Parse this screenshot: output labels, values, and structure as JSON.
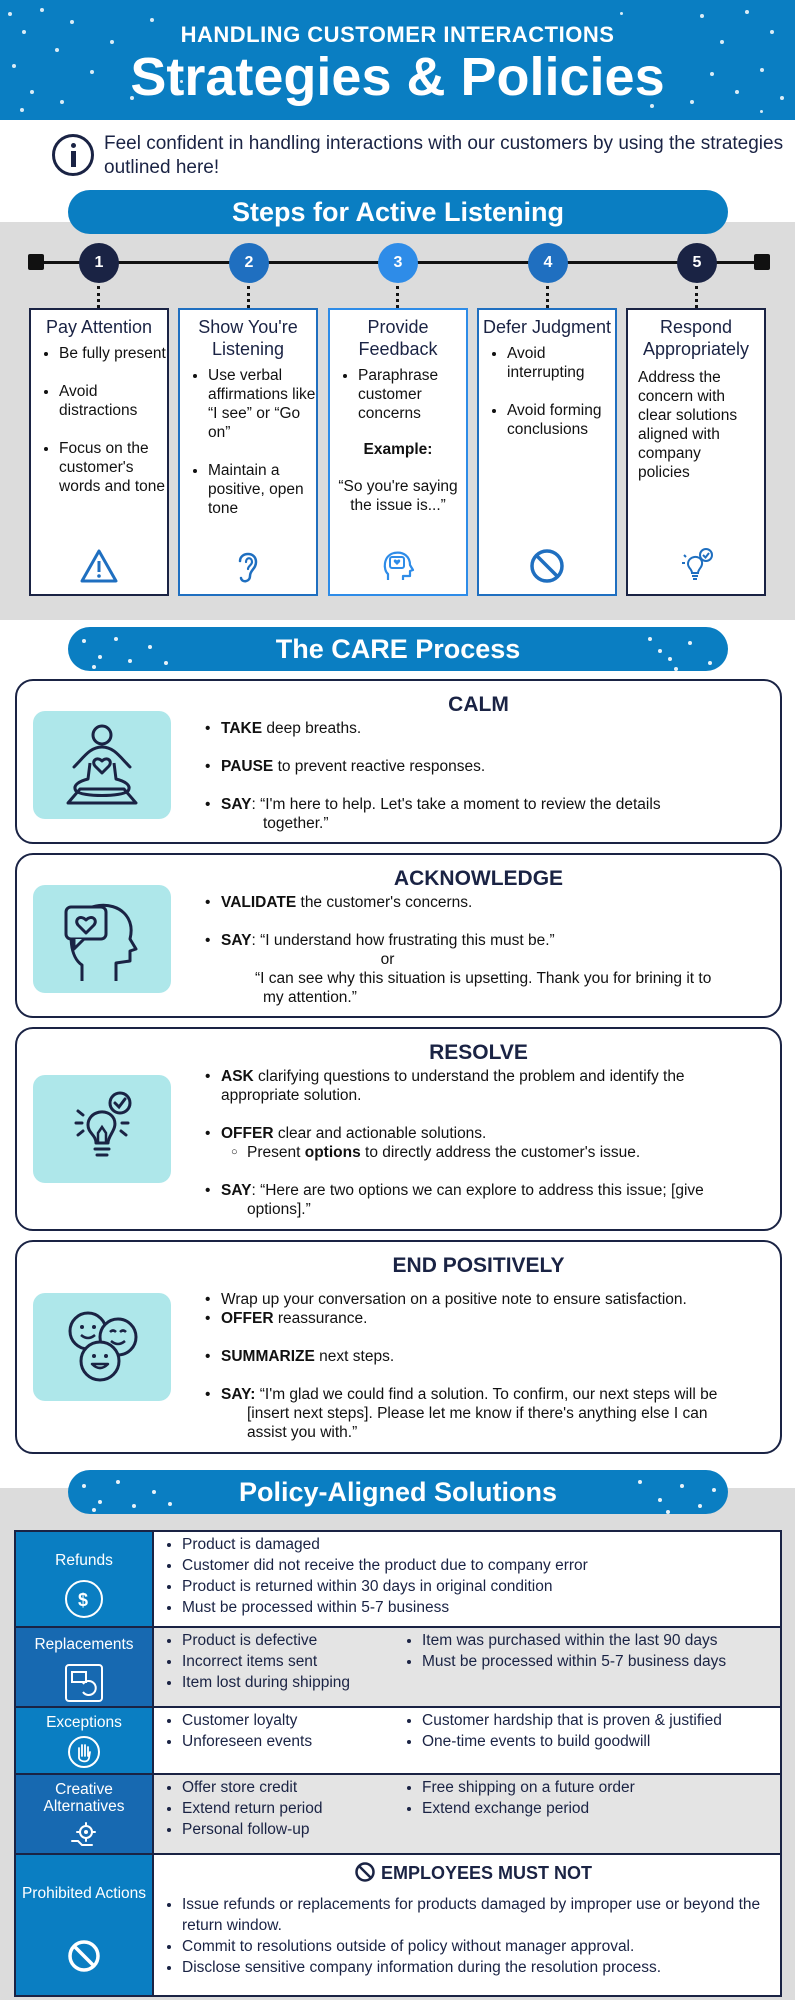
{
  "header": {
    "kicker": "HANDLING CUSTOMER INTERACTIONS",
    "title": "Strategies & Policies"
  },
  "intro": {
    "icon": "info-icon",
    "text": "Feel confident in handling interactions with our customers by using the strategies outlined here!"
  },
  "active_listening": {
    "title": "Steps for Active Listening",
    "steps": [
      {
        "number": "1",
        "title": "Pay Attention",
        "bullets": [
          "Be fully present",
          "Avoid distractions",
          "Focus on the customer's words and tone"
        ],
        "icon": "warning-triangle-icon",
        "color": "#1a2344"
      },
      {
        "number": "2",
        "title": "Show You're Listening",
        "bullets": [
          "Use verbal affirmations like “I see” or “Go on”",
          "Maintain a positive, open tone"
        ],
        "icon": "ear-icon",
        "color": "#1f6fc0"
      },
      {
        "number": "3",
        "title": "Provide Feedback",
        "bullets": [
          "Paraphrase customer concerns"
        ],
        "example_label": "Example:",
        "example_text": "“So you're saying the issue is...”",
        "icon": "head-heart-icon",
        "color": "#2e8ce8"
      },
      {
        "number": "4",
        "title": "Defer Judgment",
        "bullets": [
          "Avoid interrupting",
          "Avoid forming conclusions"
        ],
        "icon": "prohibited-icon",
        "color": "#1f6fc0"
      },
      {
        "number": "5",
        "title": "Respond Appropriately",
        "text": "Address the concern with clear solutions aligned with company policies",
        "icon": "lightbulb-check-icon",
        "color": "#1a2344"
      }
    ]
  },
  "care": {
    "title": "The CARE Process",
    "calm": {
      "heading": "CALM",
      "b1_bold": "TAKE",
      "b1_text": " deep breaths.",
      "b2_bold": "PAUSE",
      "b2_text": " to prevent reactive responses.",
      "b3_bold": "SAY",
      "b3_text": ": “I'm here to help. Let's take a moment to review the details",
      "b3_cont": "together.”"
    },
    "acknowledge": {
      "heading": "ACKNOWLEDGE",
      "b1_bold": "VALIDATE",
      "b1_text": " the customer's concerns.",
      "b2_bold": "SAY",
      "b2_text": ": “I understand how frustrating this must be.”",
      "or": "or",
      "b2_alt": "“I can see why this situation is upsetting. Thank you for brining it to",
      "b2_alt_cont": "my attention.”"
    },
    "resolve": {
      "heading": "RESOLVE",
      "b1_bold": "ASK",
      "b1_text": " clarifying questions to understand the problem and identify the",
      "b1_cont": "appropriate solution.",
      "b2_bold": "OFFER",
      "b2_text": " clear and actionable solutions.",
      "sub_pre": "Present ",
      "sub_bold": "options",
      "sub_post": " to directly address the customer's issue.",
      "b3_bold": "SAY",
      "b3_text": ": “Here are two options we can explore to address this issue; [give",
      "b3_cont": "options].”"
    },
    "end": {
      "heading": "END POSITIVELY",
      "b1_text": "Wrap up your conversation on a positive note to ensure satisfaction.",
      "b2_bold": "OFFER",
      "b2_text": " reassurance.",
      "b3_bold": "SUMMARIZE",
      "b3_text": " next steps.",
      "b4_bold": "SAY:",
      "b4_text": " “I'm glad we could find a solution. To confirm, our next steps will be",
      "b4_cont1": "[insert next steps]. Please let me know if there's anything else I can",
      "b4_cont2": "assist you with.”"
    }
  },
  "policy": {
    "title": "Policy-Aligned Solutions",
    "rows": [
      {
        "category": "Refunds",
        "icon": "refund-dollar-icon",
        "col1": [
          "Product is damaged",
          "Customer did not receive the product due to company error",
          "Product is returned within 30 days in original condition",
          "Must be processed within 5-7 business"
        ],
        "col2": []
      },
      {
        "category": "Replacements",
        "icon": "replacement-box-icon",
        "col1": [
          "Product is defective",
          "Incorrect items sent",
          "Item lost during shipping"
        ],
        "col2": [
          "Item was purchased within the last 90 days",
          "Must be processed within 5-7 business days"
        ]
      },
      {
        "category": "Exceptions",
        "icon": "hand-stop-icon",
        "col1": [
          "Customer loyalty",
          "Unforeseen events"
        ],
        "col2": [
          "Customer hardship that is proven & justified",
          "One-time events to build goodwill"
        ]
      },
      {
        "category": "Creative Alternatives",
        "icon": "gear-hand-icon",
        "col1": [
          "Offer store credit",
          "Extend return period",
          "Personal follow-up"
        ],
        "col2": [
          "Free shipping on a future order",
          "Extend exchange period"
        ]
      }
    ],
    "prohibited": {
      "category": "Prohibited Actions",
      "icon": "prohibited-icon",
      "heading": "EMPLOYEES MUST NOT",
      "items": [
        "Issue refunds or replacements for products damaged by improper use or beyond the return window.",
        "Commit to resolutions outside of policy without manager approval.",
        "Disclose sensitive company information during the resolution process."
      ]
    }
  }
}
